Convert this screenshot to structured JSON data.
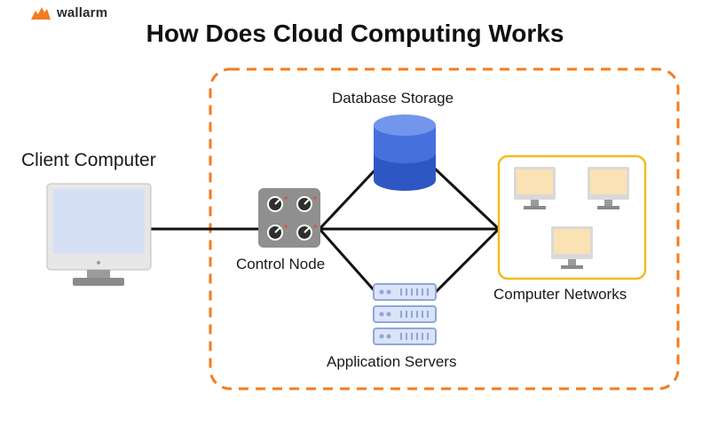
{
  "brand": {
    "name": "wallarm",
    "icon": "flame-icon",
    "accent": "#f47b20"
  },
  "title": "How Does Cloud Computing Works",
  "nodes": {
    "client": {
      "label": "Client Computer",
      "icon": "desktop-monitor-icon"
    },
    "control": {
      "label": "Control Node",
      "icon": "control-panel-icon"
    },
    "database": {
      "label": "Database Storage",
      "icon": "database-icon"
    },
    "servers": {
      "label": "Application Servers",
      "icon": "server-rack-icon"
    },
    "networks": {
      "label": "Computer Networks",
      "icon": "monitor-group-icon"
    }
  },
  "colors": {
    "cloud_border": "#f47b20",
    "network_border": "#f2bd1d",
    "database_blue": "#3a67d6",
    "server_blue": "#8fa6dc",
    "monitor_screen": "#d6e0f5",
    "small_screen": "#fbe2b4"
  }
}
